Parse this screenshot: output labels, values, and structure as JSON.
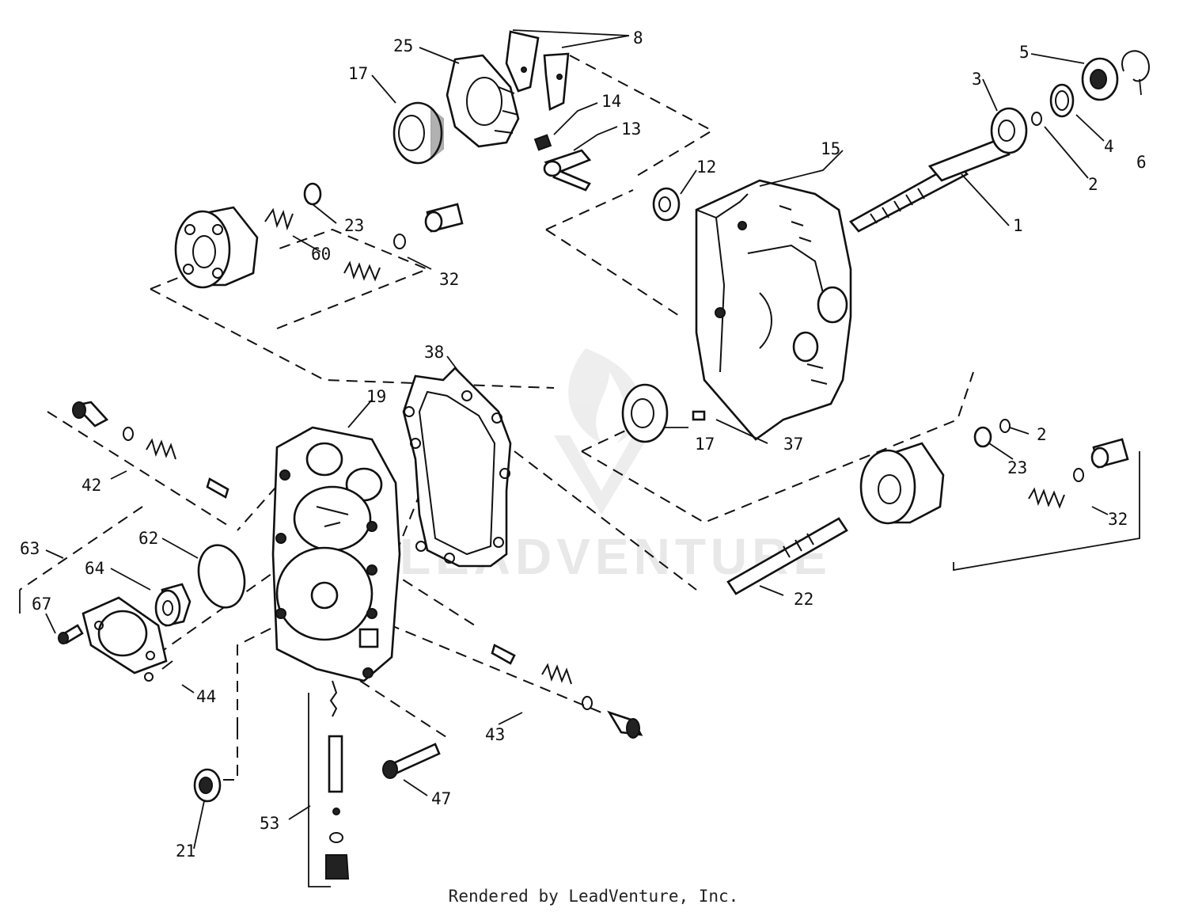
{
  "watermark": "LEADVENTURE",
  "footer": "Rendered by LeadVenture, Inc.",
  "callouts": {
    "c8": "8",
    "c25": "25",
    "c17a": "17",
    "c14": "14",
    "c13": "13",
    "c15": "15",
    "c12": "12",
    "c5": "5",
    "c3": "3",
    "c4": "4",
    "c6": "6",
    "c2a": "2",
    "c1": "1",
    "c23a": "23",
    "c60": "60",
    "c32a": "32",
    "c38": "38",
    "c19": "19",
    "c17b": "17",
    "c37": "37",
    "c2b": "2",
    "c23b": "23",
    "c32b": "32",
    "c42": "42",
    "c63": "63",
    "c62": "62",
    "c64": "64",
    "c67": "67",
    "c44": "44",
    "c22": "22",
    "c43": "43",
    "c47": "47",
    "c53": "53",
    "c21": "21"
  }
}
